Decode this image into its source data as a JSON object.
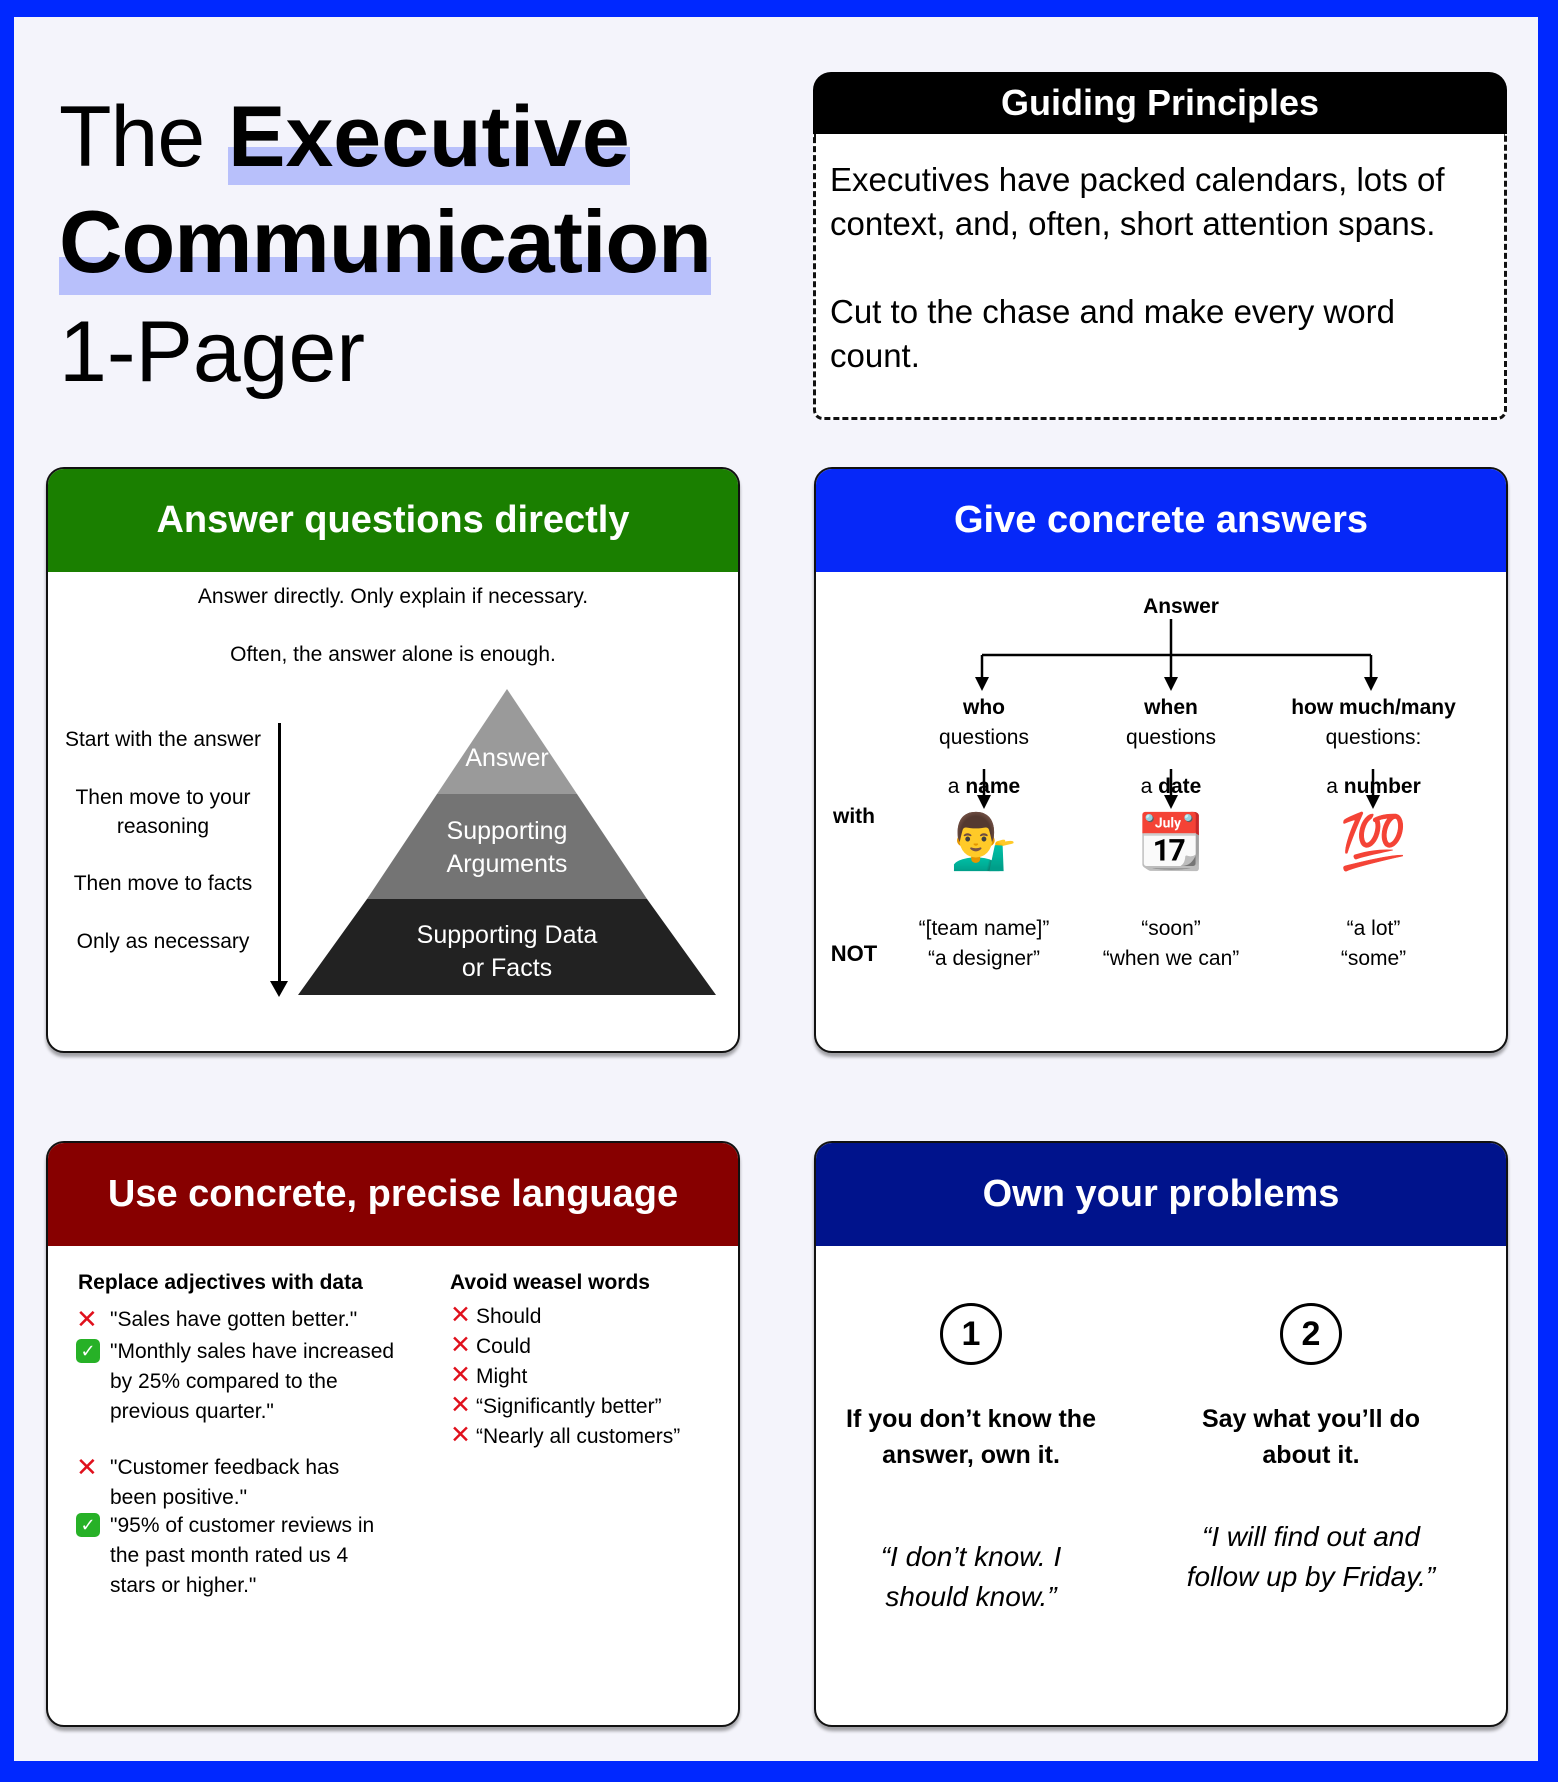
{
  "title": {
    "the": "The",
    "executive": "Executive",
    "communication": "Communication",
    "pager": "1-Pager"
  },
  "guiding": {
    "heading": "Guiding Principles",
    "p1": "Executives have packed calendars, lots of context, and, often, short attention spans.",
    "p2": "Cut to the chase and make every word count."
  },
  "answer_directly": {
    "heading": "Answer questions directly",
    "line1": "Answer directly. Only explain if necessary.",
    "line2": "Often, the answer alone is enough.",
    "steps": [
      "Start with the answer",
      "Then move to your reasoning",
      "Then move to facts",
      "Only as necessary"
    ],
    "pyramid": [
      {
        "label": "Answer",
        "color": "#9a9a9a"
      },
      {
        "label": "Supporting Arguments",
        "color": "#747474"
      },
      {
        "label": "Supporting Data or Facts",
        "color": "#222222"
      }
    ]
  },
  "concrete_answers": {
    "heading": "Give concrete answers",
    "root": "Answer",
    "with_label": "with",
    "not_label": "NOT",
    "branches": [
      {
        "q1": "who",
        "q2": "questions",
        "article": "a",
        "target": "name",
        "emoji": "💁‍♂️",
        "emoji_name": "man-tipping-hand-icon",
        "not1": "“[team name]”",
        "not2": "“a designer”"
      },
      {
        "q1": "when",
        "q2": "questions",
        "article": "a",
        "target": "date",
        "emoji": "📆",
        "emoji_name": "calendar-icon",
        "not1": "“soon”",
        "not2": "“when we can”"
      },
      {
        "q1": "how much/many",
        "q2": "questions:",
        "article": "a",
        "target": "number",
        "emoji": "💯",
        "emoji_name": "hundred-points-icon",
        "not1": "“a lot”",
        "not2": "“some”"
      }
    ]
  },
  "precise_language": {
    "heading": "Use concrete, precise language",
    "left_title": "Replace adjectives with data",
    "examples": [
      {
        "type": "bad",
        "text": "\"Sales have gotten better.\""
      },
      {
        "type": "good",
        "text": "\"Monthly sales have increased by 25% compared to the previous quarter.\""
      },
      {
        "type": "bad",
        "text": "\"Customer feedback has been positive.\""
      },
      {
        "type": "good",
        "text": "\"95% of customer reviews in the past month rated us 4 stars or higher.\""
      }
    ],
    "right_title": "Avoid weasel words",
    "weasel_words": [
      "Should",
      "Could",
      "Might",
      "“Significantly better”",
      "“Nearly all customers”"
    ],
    "bad_mark": "✕",
    "good_mark": "✓"
  },
  "own_problems": {
    "heading": "Own your problems",
    "items": [
      {
        "number": "1",
        "text": "If you don’t know the answer, own it.",
        "quote": "“I don’t know. I should know.”"
      },
      {
        "number": "2",
        "text": "Say what you’ll do about it.",
        "quote": "“I will find out and follow up by Friday.”"
      }
    ]
  },
  "colors": {
    "frame": "#0028ff",
    "highlight": "#b8c0fb",
    "green": "#1a7f00",
    "blue": "#0628f8",
    "red": "#870000",
    "navy": "#00138c"
  }
}
